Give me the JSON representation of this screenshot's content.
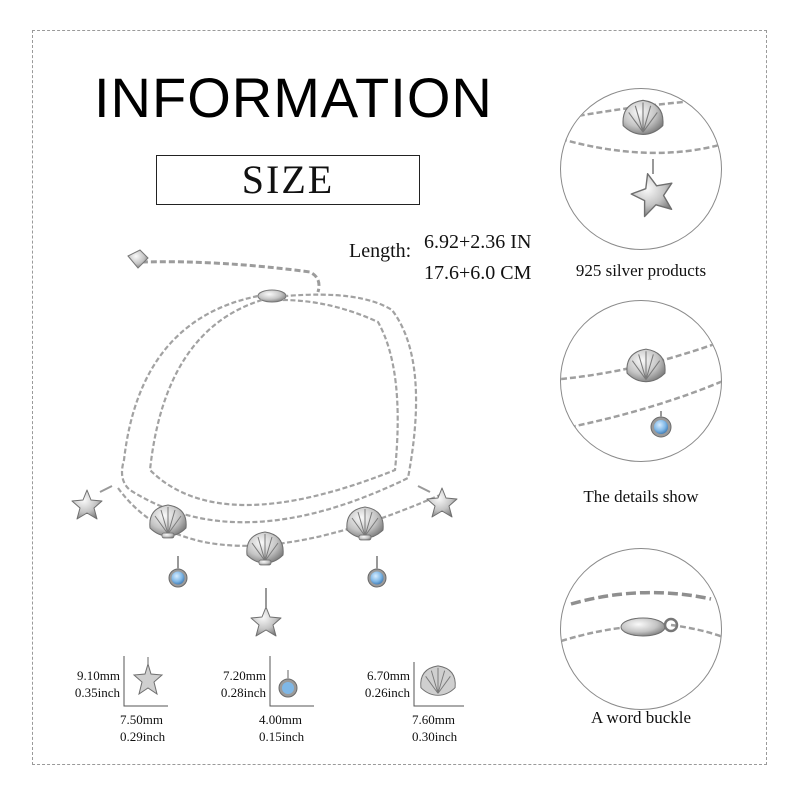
{
  "header": {
    "title": "INFORMATION",
    "size_label": "SIZE"
  },
  "length": {
    "label": "Length:",
    "inches": "6.92+2.36 IN",
    "cm": "17.6+6.0 CM"
  },
  "details": [
    {
      "caption": "925 silver products"
    },
    {
      "caption": "The details show"
    },
    {
      "caption": "A word buckle"
    }
  ],
  "charms": [
    {
      "height_mm": "9.10mm",
      "height_in": "0.35inch",
      "width_mm": "7.50mm",
      "width_in": "0.29inch"
    },
    {
      "height_mm": "7.20mm",
      "height_in": "0.28inch",
      "width_mm": "4.00mm",
      "width_in": "0.15inch"
    },
    {
      "height_mm": "6.70mm",
      "height_in": "0.26inch",
      "width_mm": "7.60mm",
      "width_in": "0.30inch"
    }
  ],
  "colors": {
    "silver": "#b8b8b8",
    "silver_dark": "#7a7a7a",
    "crystal": "#7fb7e6",
    "frame": "#9a9a9a"
  }
}
